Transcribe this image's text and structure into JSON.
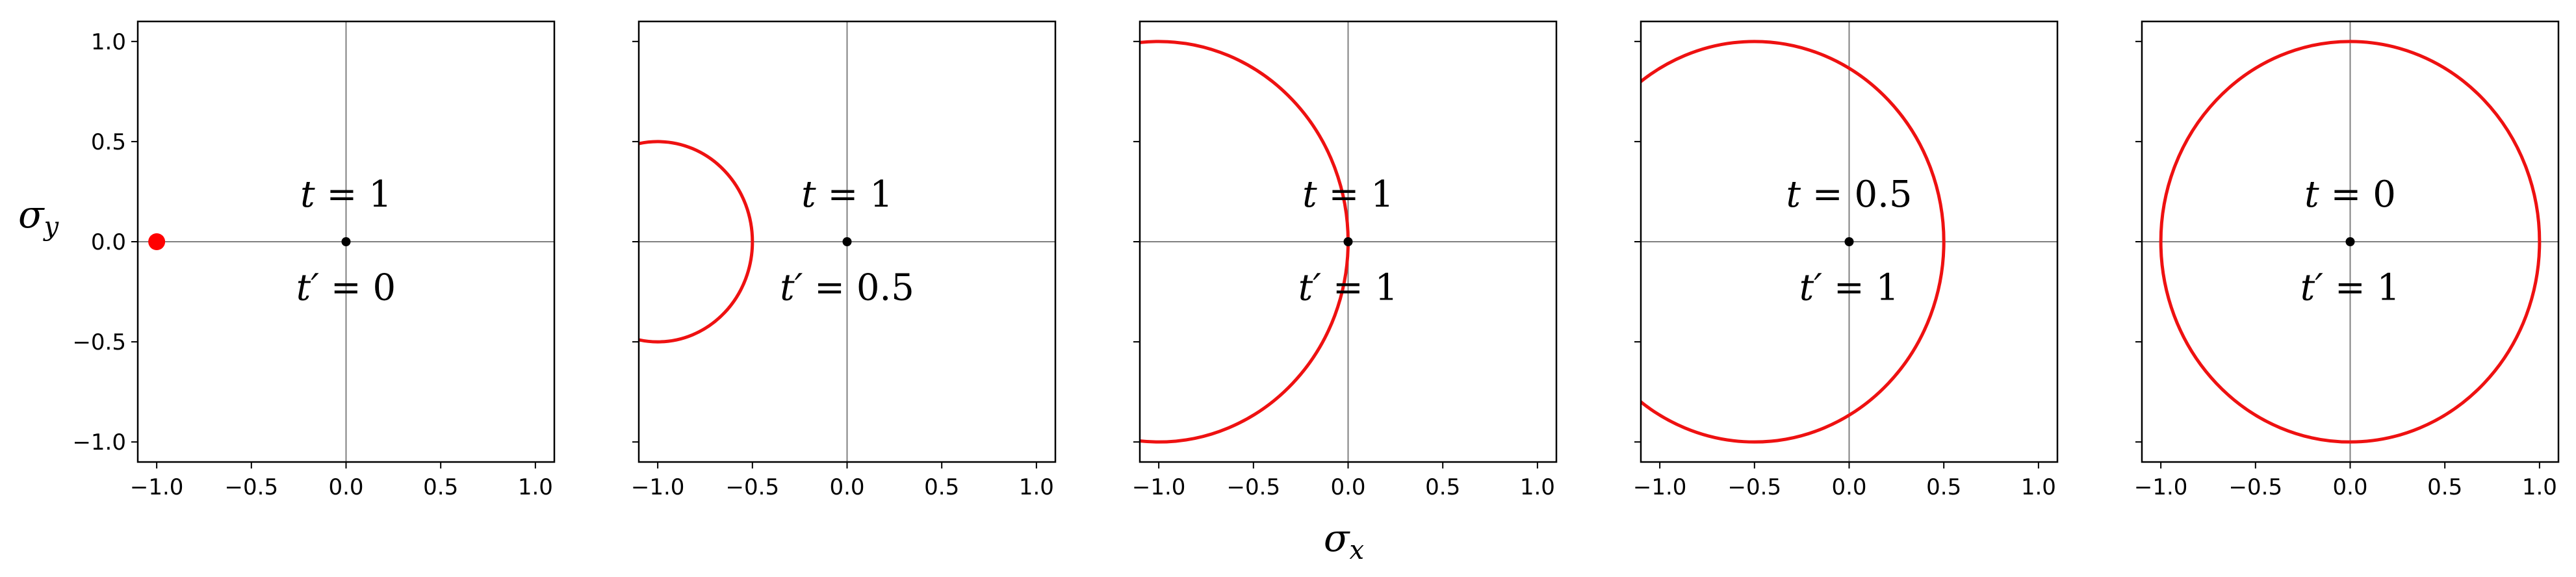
{
  "figure": {
    "xlabel": "σ",
    "xlabel_sub": "x",
    "ylabel": "σ",
    "ylabel_sub": "y"
  },
  "chart_data": [
    {
      "type": "line",
      "xlim": [
        -1.1,
        1.1
      ],
      "ylim": [
        -1.1,
        1.1
      ],
      "xticks": [
        "−1.0",
        "−0.5",
        "0.0",
        "0.5",
        "1.0"
      ],
      "yticks": [
        "−1.0",
        "−0.5",
        "0.0",
        "0.5",
        "1.0"
      ],
      "yticklabels_visible": true,
      "annotation": {
        "t_var": "t",
        "t_val": "1",
        "tp_var": "t′",
        "tp_val": "0"
      },
      "origin_point": [
        0,
        0
      ],
      "marker": {
        "x": -1.0,
        "y": 0.0,
        "color": "#ff0000"
      },
      "curve": null,
      "curve_color": "#ee1111"
    },
    {
      "type": "line",
      "xlim": [
        -1.1,
        1.1
      ],
      "ylim": [
        -1.1,
        1.1
      ],
      "xticks": [
        "−1.0",
        "−0.5",
        "0.0",
        "0.5",
        "1.0"
      ],
      "yticklabels_visible": false,
      "annotation": {
        "t_var": "t",
        "t_val": "1",
        "tp_var": "t′",
        "tp_val": "0.5"
      },
      "origin_point": [
        0,
        0
      ],
      "curve": {
        "center": [
          -1.0,
          0.0
        ],
        "radius": 0.5
      },
      "curve_color": "#ee1111"
    },
    {
      "type": "line",
      "xlim": [
        -1.1,
        1.1
      ],
      "ylim": [
        -1.1,
        1.1
      ],
      "xticks": [
        "−1.0",
        "−0.5",
        "0.0",
        "0.5",
        "1.0"
      ],
      "yticklabels_visible": false,
      "annotation": {
        "t_var": "t",
        "t_val": "1",
        "tp_var": "t′",
        "tp_val": "1"
      },
      "origin_point": [
        0,
        0
      ],
      "curve": {
        "center": [
          -1.0,
          0.0
        ],
        "radius": 1.0
      },
      "curve_color": "#ee1111"
    },
    {
      "type": "line",
      "xlim": [
        -1.1,
        1.1
      ],
      "ylim": [
        -1.1,
        1.1
      ],
      "xticks": [
        "−1.0",
        "−0.5",
        "0.0",
        "0.5",
        "1.0"
      ],
      "yticklabels_visible": false,
      "annotation": {
        "t_var": "t",
        "t_val": "0.5",
        "tp_var": "t′",
        "tp_val": "1"
      },
      "origin_point": [
        0,
        0
      ],
      "curve": {
        "center": [
          -0.5,
          0.0
        ],
        "radius": 1.0
      },
      "curve_color": "#ee1111"
    },
    {
      "type": "line",
      "xlim": [
        -1.1,
        1.1
      ],
      "ylim": [
        -1.1,
        1.1
      ],
      "xticks": [
        "−1.0",
        "−0.5",
        "0.0",
        "0.5",
        "1.0"
      ],
      "yticklabels_visible": false,
      "annotation": {
        "t_var": "t",
        "t_val": "0",
        "tp_var": "t′",
        "tp_val": "1"
      },
      "origin_point": [
        0,
        0
      ],
      "curve": {
        "center": [
          0.0,
          0.0
        ],
        "radius": 1.0
      },
      "curve_color": "#ee1111"
    }
  ]
}
